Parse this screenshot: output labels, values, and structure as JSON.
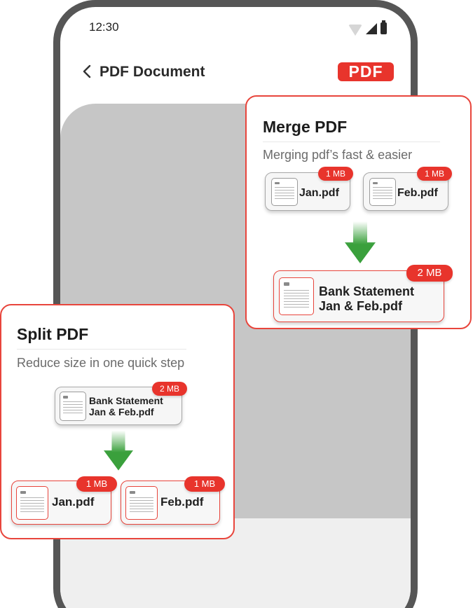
{
  "status_bar": {
    "time": "12:30"
  },
  "header": {
    "title": "PDF Document",
    "badge": "PDF"
  },
  "merge": {
    "title": "Merge PDF",
    "subtitle": "Merging pdf’s fast & easier",
    "inputs": [
      {
        "name": "Jan.pdf",
        "size": "1 MB"
      },
      {
        "name": "Feb.pdf",
        "size": "1 MB"
      }
    ],
    "output": {
      "name_line1": "Bank Statement",
      "name_line2": "Jan & Feb.pdf",
      "size": "2 MB"
    }
  },
  "split": {
    "title": "Split PDF",
    "subtitle": "Reduce size in one quick step",
    "input": {
      "name_line1": "Bank Statement",
      "name_line2": "Jan & Feb.pdf",
      "size": "2 MB"
    },
    "outputs": [
      {
        "name": "Jan.pdf",
        "size": "1 MB"
      },
      {
        "name": "Feb.pdf",
        "size": "1 MB"
      }
    ]
  },
  "colors": {
    "accent_red": "#e8342c",
    "arrow_green": "#3aa03c",
    "phone_frame": "#565656"
  },
  "icons": [
    "back-chevron-icon",
    "wifi-icon",
    "signal-icon",
    "battery-icon",
    "pdf-thumbnail-icon",
    "down-arrow-icon"
  ]
}
